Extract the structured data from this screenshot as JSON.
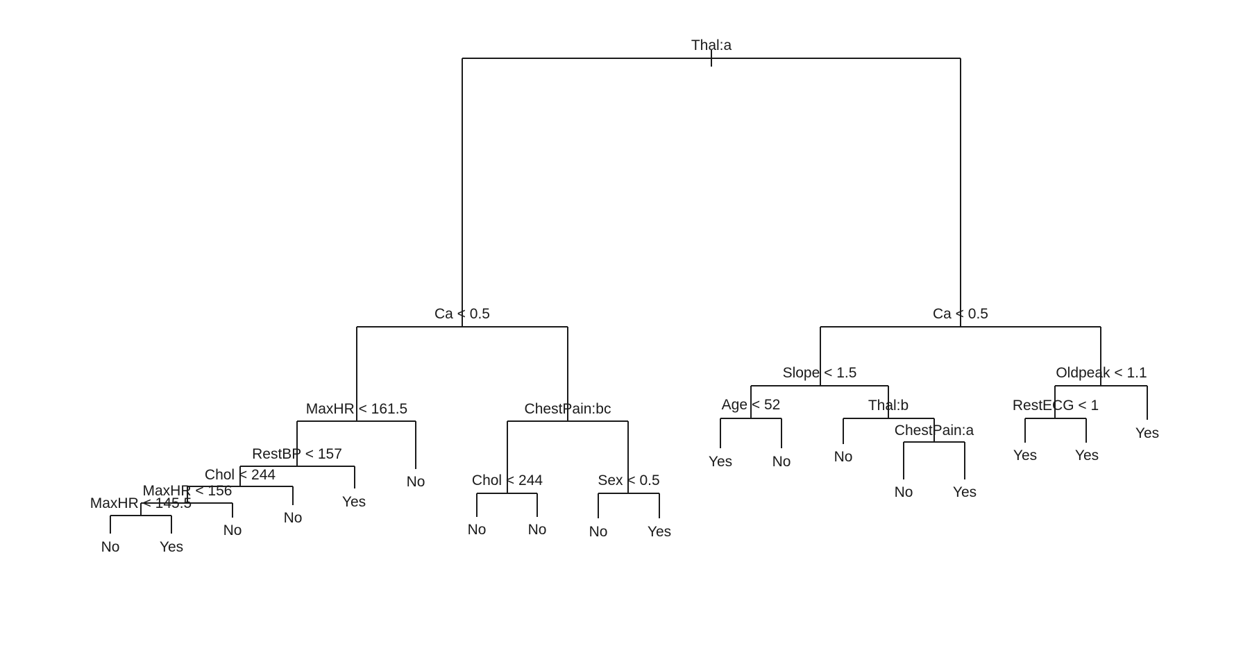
{
  "diagram": {
    "type": "decision-tree",
    "line_color": "#1a1a1a",
    "background": "#ffffff",
    "nodes": [
      {
        "id": "n0",
        "label": "Thal:a"
      },
      {
        "id": "n1",
        "label": "Ca < 0.5"
      },
      {
        "id": "n2",
        "label": "MaxHR < 161.5"
      },
      {
        "id": "n3",
        "label": "RestBP < 157"
      },
      {
        "id": "n4",
        "label": "Chol < 244"
      },
      {
        "id": "n5",
        "label": "MaxHR < 156"
      },
      {
        "id": "n6",
        "label": "MaxHR < 145.5"
      },
      {
        "id": "n7",
        "label": "ChestPain:bc"
      },
      {
        "id": "n8",
        "label": "Chol < 244"
      },
      {
        "id": "n9",
        "label": "Sex < 0.5"
      },
      {
        "id": "n10",
        "label": "Ca < 0.5"
      },
      {
        "id": "n11",
        "label": "Slope < 1.5"
      },
      {
        "id": "n12",
        "label": "Age < 52"
      },
      {
        "id": "n13",
        "label": "Thal:b"
      },
      {
        "id": "n14",
        "label": "ChestPain:a"
      },
      {
        "id": "n15",
        "label": "Oldpeak < 1.1"
      },
      {
        "id": "n16",
        "label": "RestECG < 1"
      }
    ],
    "leaves": [
      {
        "id": "l0",
        "label": "No"
      },
      {
        "id": "l1",
        "label": "Yes"
      },
      {
        "id": "l2",
        "label": "No"
      },
      {
        "id": "l3",
        "label": "No"
      },
      {
        "id": "l4",
        "label": "Yes"
      },
      {
        "id": "l5",
        "label": "No"
      },
      {
        "id": "l6",
        "label": "No"
      },
      {
        "id": "l7",
        "label": "No"
      },
      {
        "id": "l8",
        "label": "No"
      },
      {
        "id": "l9",
        "label": "Yes"
      },
      {
        "id": "l10",
        "label": "Yes"
      },
      {
        "id": "l11",
        "label": "No"
      },
      {
        "id": "l12",
        "label": "No"
      },
      {
        "id": "l13",
        "label": "No"
      },
      {
        "id": "l14",
        "label": "Yes"
      },
      {
        "id": "l15",
        "label": "Yes"
      },
      {
        "id": "l16",
        "label": "Yes"
      },
      {
        "id": "l17",
        "label": "Yes"
      }
    ]
  }
}
